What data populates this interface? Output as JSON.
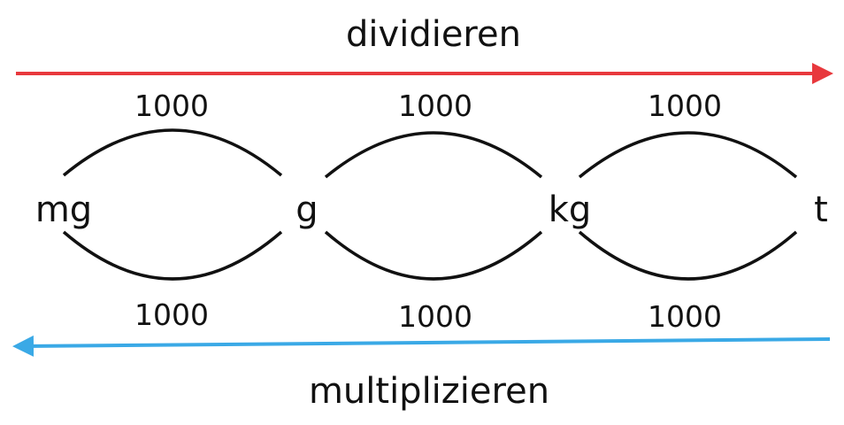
{
  "top_operation": "dividieren",
  "bottom_operation": "multiplizieren",
  "units": [
    "mg",
    "g",
    "kg",
    "t"
  ],
  "factors_top": [
    "1000",
    "1000",
    "1000"
  ],
  "factors_bottom": [
    "1000",
    "1000",
    "1000"
  ],
  "colors": {
    "divide_arrow": "#e8383d",
    "multiply_arrow": "#3aa9e6"
  }
}
